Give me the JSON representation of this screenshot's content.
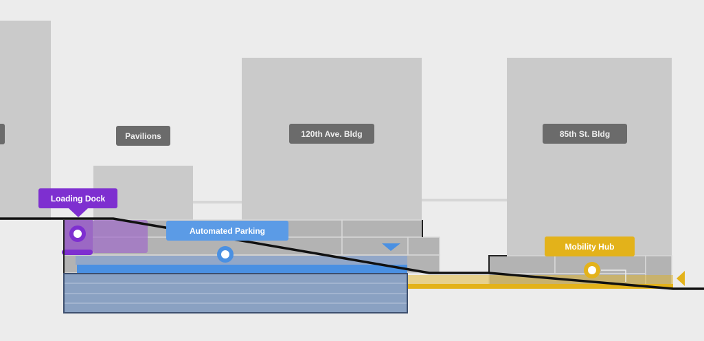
{
  "buildings": [
    {
      "label": "Pavilions"
    },
    {
      "label": "120th Ave. Bldg"
    },
    {
      "label": "85th St. Bldg"
    }
  ],
  "facilities": {
    "loading_dock": {
      "label": "Loading Dock",
      "color": "#7e2fd0"
    },
    "automated_parking": {
      "label": "Automated Parking",
      "color": "#5b9be6"
    },
    "mobility_hub": {
      "label": "Mobility Hub",
      "color": "#e3b21a"
    }
  }
}
